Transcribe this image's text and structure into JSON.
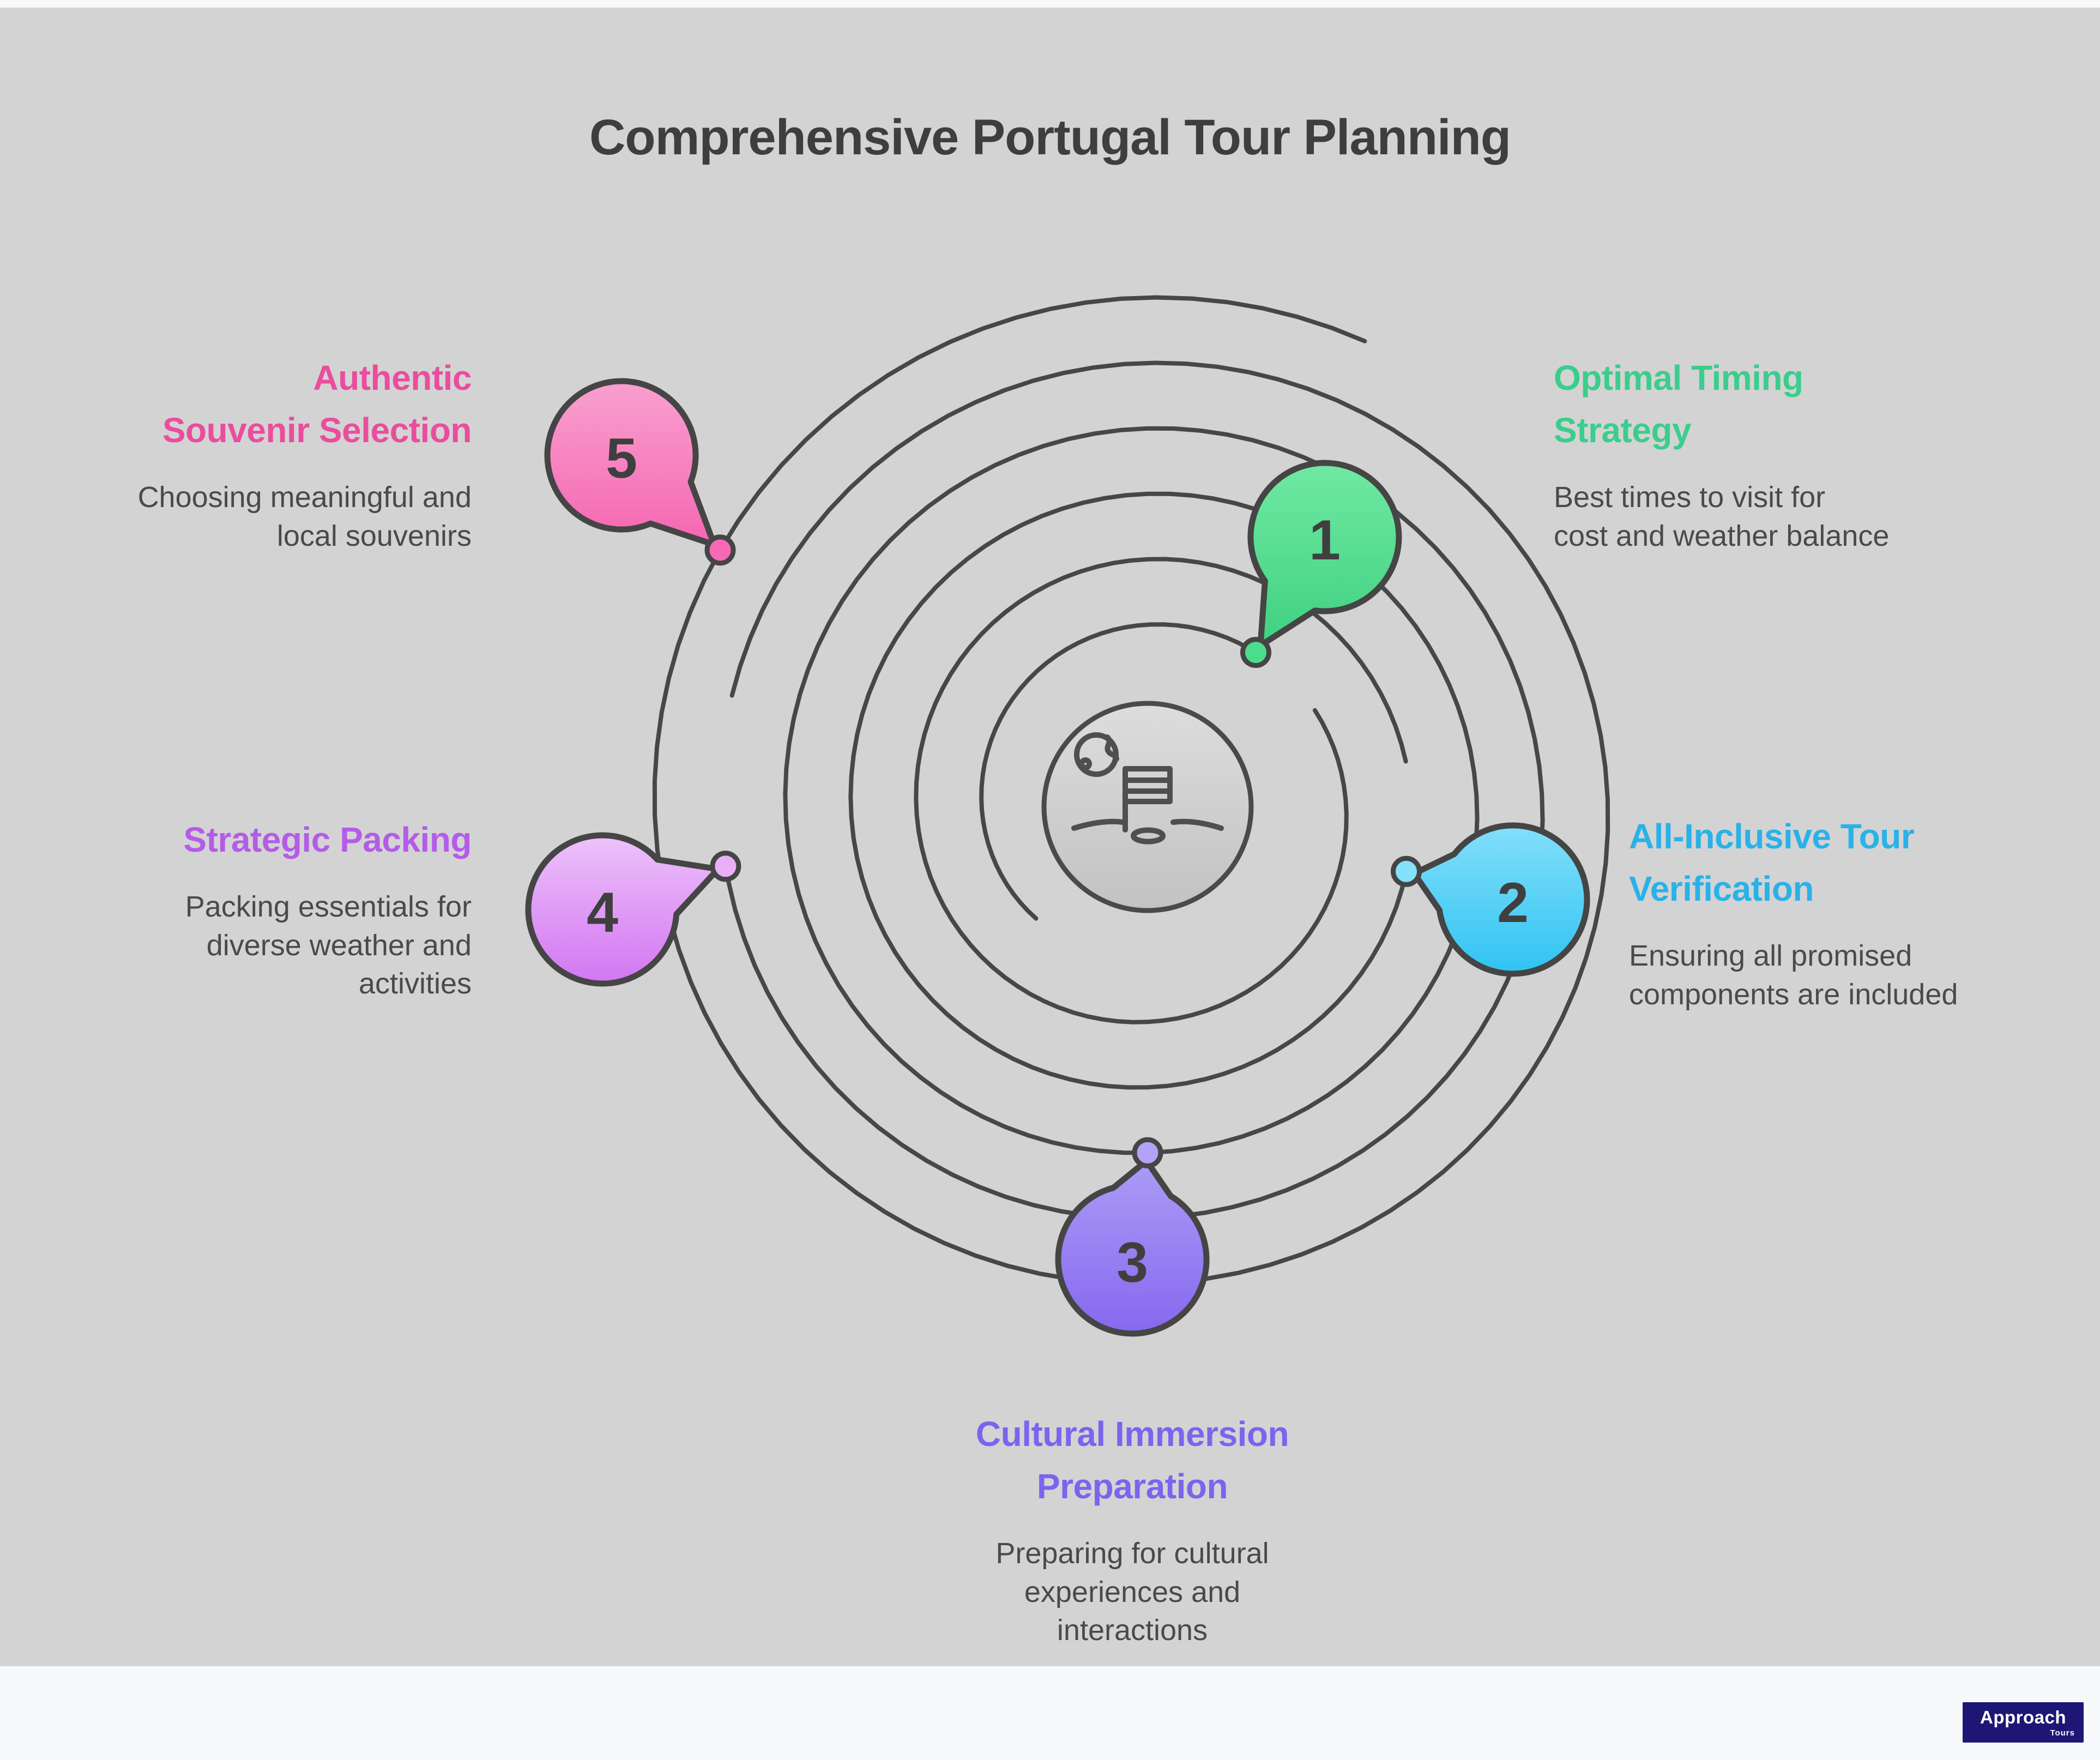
{
  "page": {
    "title": "Comprehensive Portugal Tour Planning"
  },
  "brand": {
    "name": "Approach",
    "sub": "Tours",
    "bg": "#1d1675"
  },
  "colors": {
    "background": "#d3d3d3",
    "line_stroke": "#474747",
    "title_text": "#3e3e3e",
    "body_text": "#4a4a4a",
    "number_text": "#3f3f3f"
  },
  "center_icon": "globe-flag-icon",
  "steps": [
    {
      "number": "1",
      "title": "Optimal Timing Strategy",
      "title_lines": [
        "Optimal Timing",
        "Strategy"
      ],
      "desc_lines": [
        "Best times to visit for",
        "cost and weather balance"
      ],
      "accent": "#3bcd8d",
      "bubble_top": "#70e9a2",
      "bubble_bottom": "#3fd181",
      "dot_color": "#4ade8c"
    },
    {
      "number": "2",
      "title": "All-Inclusive Tour Verification",
      "title_lines": [
        "All-Inclusive Tour",
        "Verification"
      ],
      "desc_lines": [
        "Ensuring all promised",
        "components are included"
      ],
      "accent": "#29b2e8",
      "bubble_top": "#83dffa",
      "bubble_bottom": "#30c3f2",
      "dot_color": "#85e1fa"
    },
    {
      "number": "3",
      "title": "Cultural Immersion Preparation",
      "title_lines": [
        "Cultural Immersion",
        "Preparation"
      ],
      "desc_lines": [
        "Preparing for cultural",
        "experiences and",
        "interactions"
      ],
      "accent": "#7b64ee",
      "bubble_top": "#ab9cf6",
      "bubble_bottom": "#8668ef",
      "dot_color": "#b3a2f8"
    },
    {
      "number": "4",
      "title": "Strategic Packing",
      "title_lines": [
        "Strategic Packing"
      ],
      "desc_lines": [
        "Packing essentials for",
        "diverse weather and",
        "activities"
      ],
      "accent": "#b45ce8",
      "bubble_top": "#edc2fa",
      "bubble_bottom": "#d276f2",
      "dot_color": "#e9b0f8"
    },
    {
      "number": "5",
      "title": "Authentic Souvenir Selection",
      "title_lines": [
        "Authentic",
        "Souvenir Selection"
      ],
      "desc_lines": [
        "Choosing meaningful and",
        "local souvenirs"
      ],
      "accent": "#ea4d9e",
      "bubble_top": "#f9a0cf",
      "bubble_bottom": "#f566b1",
      "dot_color": "#f768b6"
    }
  ]
}
